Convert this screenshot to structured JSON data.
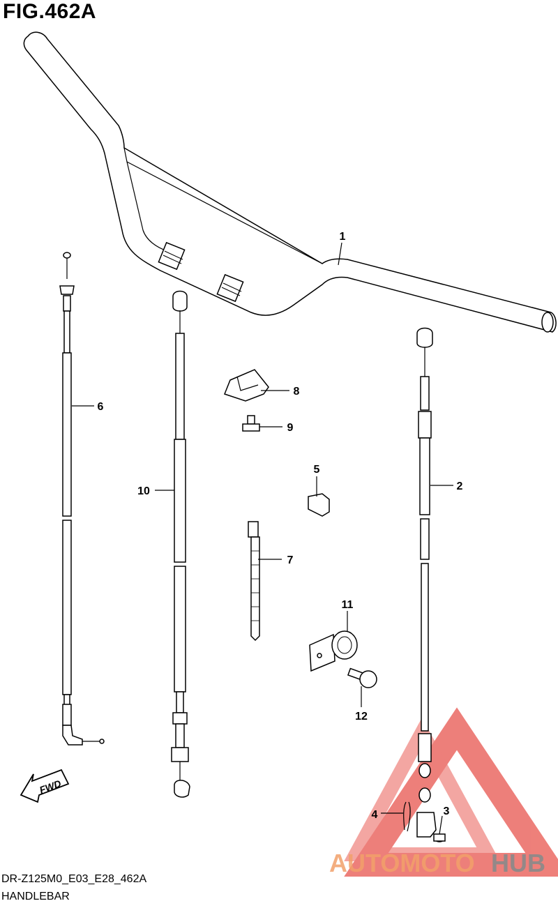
{
  "figure": {
    "title": "FIG.462A"
  },
  "footer": {
    "code": "DR-Z125M0_E03_E28_462A",
    "name": "HANDLEBAR"
  },
  "callouts": [
    {
      "id": "1",
      "label": "1"
    },
    {
      "id": "2",
      "label": "2"
    },
    {
      "id": "3",
      "label": "3"
    },
    {
      "id": "4",
      "label": "4"
    },
    {
      "id": "5",
      "label": "5"
    },
    {
      "id": "6",
      "label": "6"
    },
    {
      "id": "7",
      "label": "7"
    },
    {
      "id": "8",
      "label": "8"
    },
    {
      "id": "9",
      "label": "9"
    },
    {
      "id": "10",
      "label": "10"
    },
    {
      "id": "11",
      "label": "11"
    },
    {
      "id": "12",
      "label": "12"
    }
  ],
  "fwd": {
    "label": "FWD"
  },
  "watermark": {
    "part1": "AUTOMOTO",
    "part2": "HUB",
    "color1": "#f2a06a",
    "color2": "#8a8a8a",
    "triangle_color": "#e8554e"
  }
}
